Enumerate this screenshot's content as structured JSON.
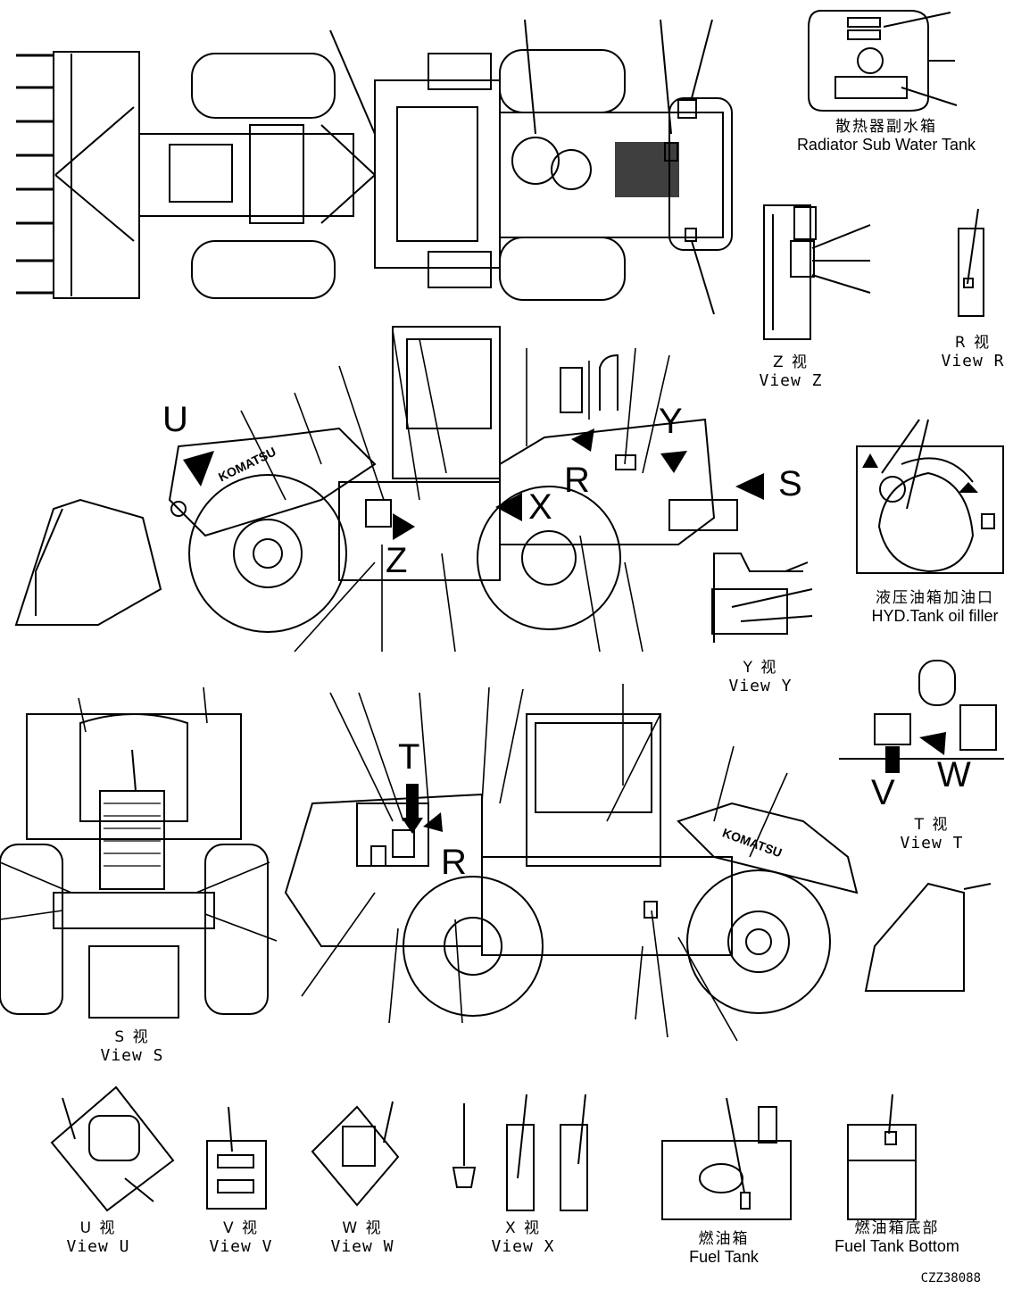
{
  "views": {
    "radiator": {
      "zh": "散热器副水箱",
      "en": "Radiator Sub Water Tank"
    },
    "z": {
      "zh": "Z 视",
      "en": "View Z"
    },
    "r": {
      "zh": "R 视",
      "en": "View R"
    },
    "hyd": {
      "zh": "液压油箱加油口",
      "en": "HYD.Tank oil filler"
    },
    "y": {
      "zh": "Y 视",
      "en": "View Y"
    },
    "t": {
      "zh": "T 视",
      "en": "View T"
    },
    "s": {
      "zh": "S 视",
      "en": "View S"
    },
    "u": {
      "zh": "U 视",
      "en": "View U"
    },
    "v": {
      "zh": "V 视",
      "en": "View V"
    },
    "w": {
      "zh": "W 视",
      "en": "View W"
    },
    "x": {
      "zh": "X 视",
      "en": "View X"
    },
    "fuel": {
      "zh": "燃油箱",
      "en": "Fuel Tank"
    },
    "fuelbottom": {
      "zh": "燃油箱底部",
      "en": "Fuel Tank Bottom"
    }
  },
  "arrow_letters": {
    "u": "U",
    "z": "Z",
    "x": "X",
    "r1": "R",
    "y": "Y",
    "s": "S",
    "t": "T",
    "r2": "R",
    "v": "V",
    "w": "W"
  },
  "brand": "KOMATSU",
  "drawing_code": "CZZ38088"
}
